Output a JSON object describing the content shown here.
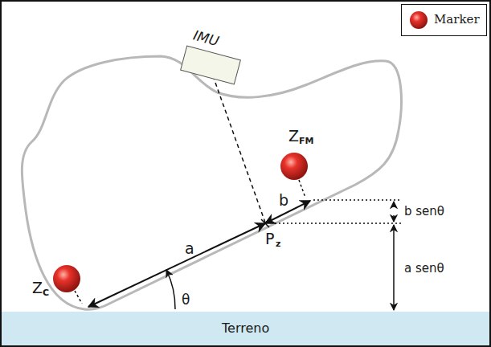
{
  "diagram": {
    "nodes": [
      {
        "text": [
          "IMU"
        ]
      },
      {
        "text": [
          "Terreno"
        ]
      }
    ],
    "labels": [
      "Z",
      "C",
      "Z",
      "FM",
      "a",
      "b",
      "P",
      "z",
      "θ",
      "b senθ",
      "a senθ"
    ],
    "legend": [
      {
        "text": "Marker"
      }
    ]
  }
}
